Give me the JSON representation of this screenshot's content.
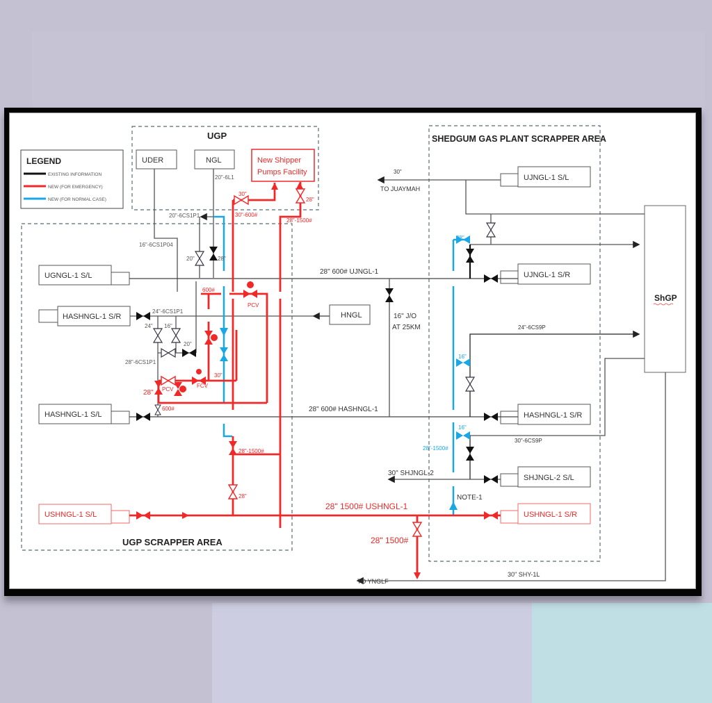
{
  "colors": {
    "existing": "#3a3a3a",
    "emergency": "#f02828",
    "normal": "#1aa7e6",
    "dashed": "#5a6a78"
  },
  "legend": {
    "title": "LEGEND",
    "items": [
      {
        "label": "EXISTING INFORMATION",
        "type": "existing"
      },
      {
        "label": "NEW (FOR EMERGENCY)",
        "type": "emergency"
      },
      {
        "label": "NEW (FOR NORMAL CASE)",
        "type": "normal"
      }
    ]
  },
  "areas": {
    "ugp": "UGP",
    "ugp_scrapper": "UGP SCRAPPER AREA",
    "shedgum": "SHEDGUM GAS PLANT SCRAPPER AREA"
  },
  "equipment": {
    "uder": "UDER",
    "ngl": "NGL",
    "shipper_line1": "New Shipper",
    "shipper_line2": "Pumps Facility",
    "hngl": "HNGL",
    "shgp": "ShGP",
    "ugngl_sl": "UGNGL-1 S/L",
    "hashngl_sr_left": "HASHNGL-1 S/R",
    "hashngl_sl": "HASHNGL-1 S/L",
    "ushngl_sl": "USHNGL-1 S/L",
    "ujngl_sl": "UJNGL-1 S/L",
    "ujngl_sr": "UJNGL-1 S/R",
    "hashngl_sr_right": "HASHNGL-1 S/R",
    "shjngl2_sl": "SHJNGL-2 S/L",
    "ushngl_sr": "USHNGL-1 S/R"
  },
  "labels": {
    "l_20_6l1": "20\"-6L1",
    "l_20_6cs1p1": "20\"-6CS1P1",
    "l_16_6cs1p04": "16\"-6CS1P04",
    "l_30_a": "30\"",
    "l_30_600": "30\"-600#",
    "l_28_a": "28\"",
    "l_28_1500_top": "28\"-1500#",
    "l_20_valve": "20\"",
    "l_28_valve": "28\"",
    "l_600_top": "600#",
    "l_pcv_top": "PCV",
    "l_24_6cs1p1": "24\"-6CS1P1",
    "l_24": "24\"",
    "l_16": "16\"",
    "l_20_b": "20\"",
    "l_28_6cs1p1": "28\"-6CS1P1",
    "l_fcv": "FCV",
    "l_30_b": "30\"",
    "l_28_red": "28\"",
    "l_pcv_low": "PCV",
    "l_600_low": "600#",
    "l_28_1500_mid": "28\"-1500#",
    "l_28_c": "28\"",
    "ujngl_line": "28\" 600# UJNGL-1",
    "hashngl_line": "28\" 600# HASHNGL-1",
    "jo_line1": "16\" J/O",
    "jo_line2": "AT 25KM",
    "ushngl_line": "28\" 1500# USHNGL-1",
    "l_28_1500_bottom": "28\" 1500#",
    "to_yngl": "TO YNGLF",
    "shy_1l": "30\" SHY-1L",
    "to_juaymah_size": "30\"",
    "to_juaymah": "TO JUAYMAH",
    "l_28_blue": "28\"",
    "l_24_6cs9p": "24\"-6CS9P",
    "l_16_blue_a": "16\"",
    "l_16_blue_b": "16\"",
    "l_28_1500_blue": "28\"-1500#",
    "l_30_6cs9p": "30\"-6CS9P",
    "shjngl2_line": "30\" SHJNGL-2",
    "note1": "NOTE-1"
  }
}
